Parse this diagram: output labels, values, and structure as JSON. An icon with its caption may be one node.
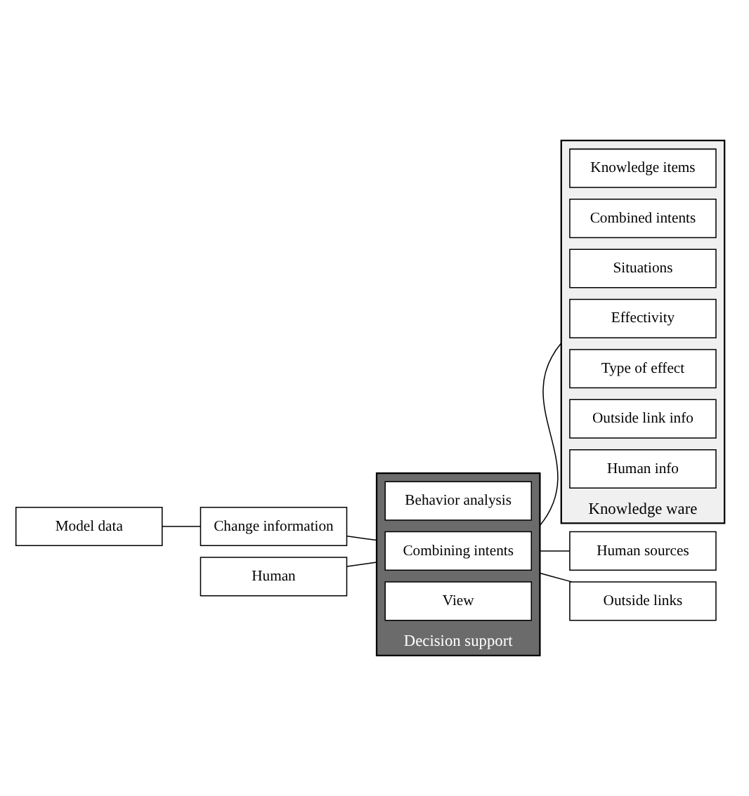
{
  "diagram": {
    "nodes": [
      {
        "text": [
          "Model data"
        ]
      },
      {
        "text": [
          "Change information"
        ]
      },
      {
        "text": [
          "Human"
        ]
      },
      {
        "text": [
          "Decision support"
        ]
      },
      {
        "text": [
          "Behavior analysis"
        ],
        "in": 3
      },
      {
        "text": [
          "Combining intents"
        ],
        "in": 3
      },
      {
        "text": [
          "View"
        ],
        "in": 3
      },
      {
        "text": [
          "Knowledge ware"
        ]
      },
      {
        "text": [
          "Knowledge items"
        ],
        "in": 7
      },
      {
        "text": [
          "Combined intents"
        ],
        "in": 7
      },
      {
        "text": [
          "Situations"
        ],
        "in": 7
      },
      {
        "text": [
          "Effectivity"
        ],
        "in": 7
      },
      {
        "text": [
          "Type of effect"
        ],
        "in": 7
      },
      {
        "text": [
          "Outside link info"
        ],
        "in": 7
      },
      {
        "text": [
          "Human info"
        ],
        "in": 7
      },
      {
        "text": [
          "Human sources"
        ]
      },
      {
        "text": [
          "Outside links"
        ]
      }
    ],
    "edges": [
      {
        "from": 0,
        "to": 1,
        "arrow": "none"
      },
      {
        "from": 1,
        "to": 3,
        "arrow": "none"
      },
      {
        "from": 2,
        "to": 3,
        "arrow": "none"
      },
      {
        "from": 3,
        "to": 7,
        "arrow": "none"
      },
      {
        "from": 3,
        "to": 15,
        "arrow": "none"
      },
      {
        "from": 3,
        "to": 16,
        "arrow": "none"
      }
    ]
  }
}
